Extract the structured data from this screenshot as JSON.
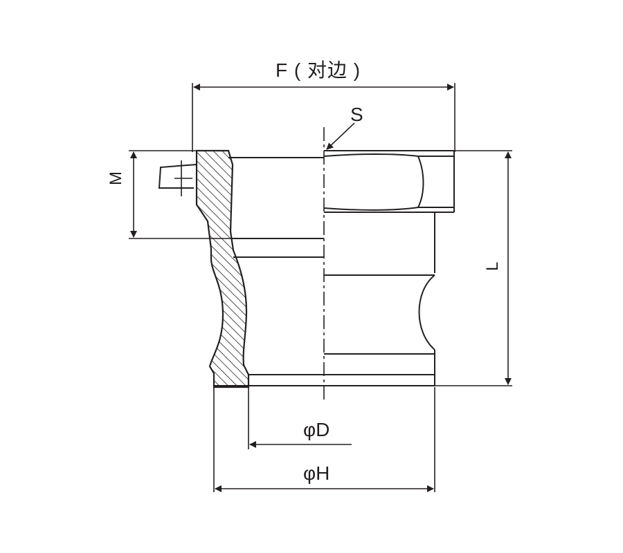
{
  "labels": {
    "f": "F ( 对边 )",
    "s": "S",
    "m": "M",
    "l": "L",
    "d": "φD",
    "h": "φH"
  }
}
